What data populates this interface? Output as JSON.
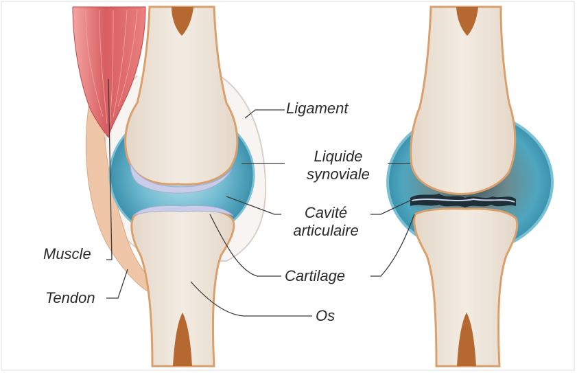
{
  "labels": {
    "ligament": "Ligament",
    "liquide_1": "Liquide",
    "liquide_2": "synoviale",
    "cavite_1": "Cavité",
    "cavite_2": "articulaire",
    "cartilage": "Cartilage",
    "os": "Os",
    "muscle": "Muscle",
    "tendon": "Tendon"
  },
  "colors": {
    "bone": "#efe6dc",
    "bone_outline": "#d9a06e",
    "marrow": "#b5682f",
    "synovial": "#5fb0c8",
    "synovial_dark": "#2f86a3",
    "cartilage": "#c9cde8",
    "muscle": "#d85d60",
    "tendon": "#efc7a8",
    "leader": "#3a3a3a"
  }
}
